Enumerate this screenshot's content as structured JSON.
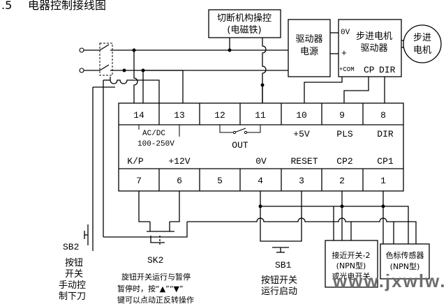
{
  "title": {
    "prefix": ".5",
    "text": "电器控制接线图"
  },
  "components": {
    "cutter": {
      "line1": "切断机构操控",
      "line2": "(电磁铁)"
    },
    "driver_power": {
      "line1": "驱动器",
      "line2": "电源"
    },
    "stepper_driver": {
      "line1": "步进电机",
      "line2": "驱动器",
      "term_0v": "0V",
      "term_plus": "+",
      "term_com": "+COM",
      "term_cp": "CP",
      "term_dir": "DIR"
    },
    "motor": {
      "line1": "步进",
      "line2": "电机"
    }
  },
  "terminals_top": [
    {
      "num": "14",
      "label": ""
    },
    {
      "num": "13",
      "label": ""
    },
    {
      "num": "12",
      "label": ""
    },
    {
      "num": "11",
      "label": ""
    },
    {
      "num": "10",
      "label": "+5V"
    },
    {
      "num": "9",
      "label": "PLS"
    },
    {
      "num": "8",
      "label": "DIR"
    }
  ],
  "terminals_bottom": [
    {
      "num": "7",
      "label": "K/P"
    },
    {
      "num": "6",
      "label": "+12V"
    },
    {
      "num": "5",
      "label": ""
    },
    {
      "num": "4",
      "label": "0V"
    },
    {
      "num": "3",
      "label": "RESET"
    },
    {
      "num": "2",
      "label": "CP2"
    },
    {
      "num": "1",
      "label": "CP1"
    }
  ],
  "labels": {
    "acdc_1": "AC/DC",
    "acdc_2": "100-250V",
    "out": "OUT"
  },
  "switches": {
    "sb2": {
      "name": "SB2",
      "line1": "按钮",
      "line2": "开关",
      "line3": "手动控",
      "line4": "制下刀"
    },
    "sk2": {
      "name": "SK2",
      "desc1": "旋钮开关运行与暂停",
      "desc2": "暂停时，按“▲”“▼”",
      "desc3": "键可以点动正反转操作"
    },
    "sb1": {
      "name": "SB1",
      "line1": "按钮开关",
      "line2": "运行启动"
    }
  },
  "sensors": {
    "proximity": {
      "line1": "接近开关-2",
      "line2": "(NPN型)",
      "line3": "或光电开关"
    },
    "color": {
      "line1": "色标传感器",
      "line2": "(NPN型)"
    }
  },
  "watermark": "www.jxwlw.cn"
}
